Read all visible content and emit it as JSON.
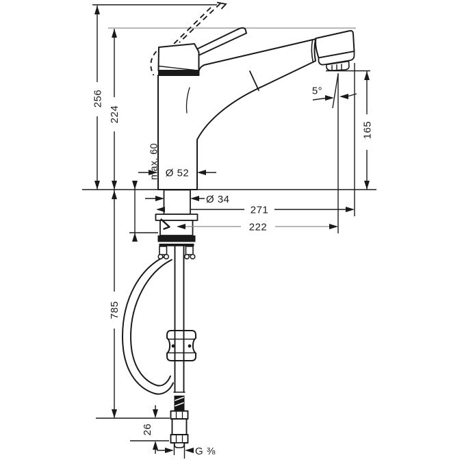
{
  "colors": {
    "background": "#ffffff",
    "ink": "#1a1a1a",
    "thin_ink": "#8c8c8c"
  },
  "dims": {
    "total_height": {
      "label": "256"
    },
    "lever_height": {
      "label": "224"
    },
    "max_counter_thickness": {
      "label": "max. 60"
    },
    "body_diameter": {
      "label": "Ø 52"
    },
    "shank_diameter": {
      "label": "Ø 34"
    },
    "total_reach": {
      "label": "271"
    },
    "spout_reach": {
      "label": "222"
    },
    "outlet_height": {
      "label": "165"
    },
    "outlet_angle": {
      "label": "5°"
    },
    "hose_length": {
      "label": "785"
    },
    "connector_length": {
      "label": "26"
    },
    "thread_size": {
      "label": "G ⅜"
    }
  }
}
